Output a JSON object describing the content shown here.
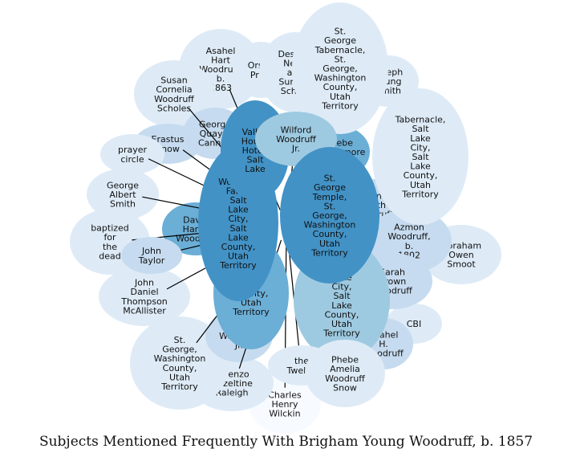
{
  "title": "Subjects Mentioned Frequently With Brigham Young Woodruff, b. 1857",
  "colors": {
    "dark": "#4292c6",
    "medium": "#6baed6",
    "light": "#9ecae1",
    "pale": "#c6dbef",
    "faint": "#deebf7",
    "white": "#f7fbff",
    "edge": "#000000"
  },
  "nodes": [
    {
      "id": "charles-henry-wilckin",
      "label": [
        "Charles",
        "Henry",
        "Wilckin"
      ],
      "tone": "white"
    },
    {
      "id": "cbi",
      "label": [
        "CBI"
      ],
      "tone": "faint"
    },
    {
      "id": "abraham-owen-smoot",
      "label": [
        "Abraham",
        "Owen",
        "Smoot"
      ],
      "tone": "faint"
    },
    {
      "id": "asahel-hart-woodruff",
      "label": [
        "Asahel",
        "Hart",
        "Woodruff,",
        "b.",
        "1863"
      ],
      "tone": "faint"
    },
    {
      "id": "orson-pratt",
      "label": [
        "Orson",
        "Pratt"
      ],
      "tone": "faint"
    },
    {
      "id": "deseret-news",
      "label": [
        "Deseret",
        "News",
        "and",
        "Sunday",
        "School"
      ],
      "tone": "faint"
    },
    {
      "id": "joseph-young-smith",
      "label": [
        "Joseph",
        "Young",
        "Smith"
      ],
      "tone": "faint"
    },
    {
      "id": "lorenzo-hazeltine-raleigh",
      "label": [
        "Lorenzo",
        "Hazeltine",
        "Raleigh"
      ],
      "tone": "faint"
    },
    {
      "id": "susan-cornelia-woodruff-scholes",
      "label": [
        "Susan",
        "Cornelia",
        "Woodruff",
        "Scholes"
      ],
      "tone": "faint"
    },
    {
      "id": "erastus-snow",
      "label": [
        "Erastus",
        "Snow"
      ],
      "tone": "pale"
    },
    {
      "id": "george-quayle-cannon",
      "label": [
        "George",
        "Quayle",
        "Cannon"
      ],
      "tone": "pale"
    },
    {
      "id": "prayer-circle",
      "label": [
        "prayer",
        "circle"
      ],
      "tone": "faint"
    },
    {
      "id": "george-albert-smith",
      "label": [
        "George",
        "Albert",
        "Smith"
      ],
      "tone": "faint"
    },
    {
      "id": "baptized-for-the-dead",
      "label": [
        "baptized",
        "for",
        "the",
        "dead"
      ],
      "tone": "faint"
    },
    {
      "id": "john-daniel-thompson-mcallister",
      "label": [
        "John",
        "Daniel",
        "Thompson",
        "McAllister"
      ],
      "tone": "faint"
    },
    {
      "id": "st-george-washington-county",
      "label": [
        "St.",
        "George,",
        "Washington",
        "County,",
        "Utah",
        "Territory"
      ],
      "tone": "faint"
    },
    {
      "id": "wilford-woodruff-jr-small",
      "label": [
        "Wilford",
        "Woodruff",
        "Jr."
      ],
      "tone": "pale"
    },
    {
      "id": "david-harris-woodruff",
      "label": [
        "David",
        "Harris",
        "Woodruff"
      ],
      "tone": "medium"
    },
    {
      "id": "john-taylor",
      "label": [
        "John",
        "Taylor"
      ],
      "tone": "pale"
    },
    {
      "id": "phebe-whittemore-carter",
      "label": [
        "Phebe",
        "Whittemore",
        "Carter"
      ],
      "tone": "medium"
    },
    {
      "id": "emma-smith-woodruff",
      "label": [
        "Emma",
        "Smith",
        "Woodruff"
      ],
      "tone": "pale"
    },
    {
      "id": "asahel-h-woodruff-small",
      "label": [
        "Asahel",
        "H.",
        "Woodruff"
      ],
      "tone": "pale"
    },
    {
      "id": "azmon-woodruff",
      "label": [
        "Azmon",
        "Woodruff,",
        "b.",
        "1802"
      ],
      "tone": "pale"
    },
    {
      "id": "sarah-brown-woodruff",
      "label": [
        "Sarah",
        "Brown",
        "Woodruff"
      ],
      "tone": "pale"
    },
    {
      "id": "salt-lake-city-utah-territory",
      "label": [
        "Salt",
        "Lake",
        "City,",
        "Salt",
        "Lake",
        "County,",
        "Utah",
        "Territory"
      ],
      "tone": "light"
    },
    {
      "id": "the-twelve",
      "label": [
        "the",
        "Twelve"
      ],
      "tone": "faint"
    },
    {
      "id": "phebe-amelia-woodruff-snow",
      "label": [
        "Phebe",
        "Amelia",
        "Woodruff",
        "Snow"
      ],
      "tone": "faint"
    },
    {
      "id": "salt-lake-county-utah-territory",
      "label": [
        "Salt",
        "Lake",
        "County,",
        "Utah",
        "Territory"
      ],
      "tone": "medium"
    },
    {
      "id": "woodruff-farm",
      "label": [
        "Woodruff",
        "Farm,",
        "Salt",
        "Lake",
        "City,",
        "Salt",
        "Lake",
        "County,",
        "Utah",
        "Territory"
      ],
      "tone": "dark"
    },
    {
      "id": "valley-house-hotel",
      "label": [
        "Valley",
        "House",
        "Hotel,",
        "Salt",
        "Lake"
      ],
      "tone": "dark"
    },
    {
      "id": "st-george-tabernacle",
      "label": [
        "St.",
        "George",
        "Tabernacle,",
        "St.",
        "George,",
        "Washington",
        "County,",
        "Utah",
        "Territory"
      ],
      "tone": "faint"
    },
    {
      "id": "wilford-woodruff-jr",
      "label": [
        "Wilford",
        "Woodruff",
        "Jr."
      ],
      "tone": "light"
    },
    {
      "id": "st-george-temple",
      "label": [
        "St.",
        "George",
        "Temple,",
        "St.",
        "George,",
        "Washington",
        "County,",
        "Utah",
        "Territory"
      ],
      "tone": "dark"
    },
    {
      "id": "tabernacle-slc",
      "label": [
        "Tabernacle,",
        "Salt",
        "Lake",
        "City,",
        "Salt",
        "Lake",
        "County,",
        "Utah",
        "Territory"
      ],
      "tone": "faint"
    }
  ]
}
